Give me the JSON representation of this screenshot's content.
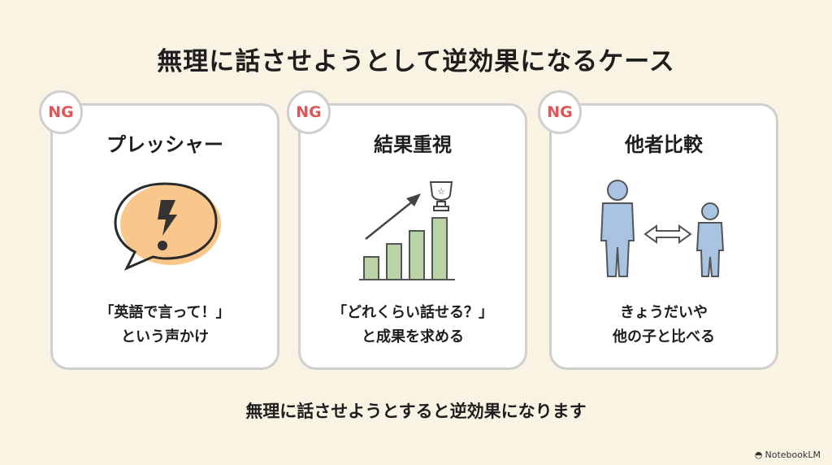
{
  "title": "無理に話させようとして逆効果になるケース",
  "cards": [
    {
      "badge": "NG",
      "title": "プレッシャー",
      "icon": "speech-bubble-alert-icon",
      "lines": [
        "「英語で言って！」",
        "という声かけ"
      ]
    },
    {
      "badge": "NG",
      "title": "結果重視",
      "icon": "bar-chart-trophy-icon",
      "lines": [
        "「どれくらい話せる？」",
        "と成果を求める"
      ]
    },
    {
      "badge": "NG",
      "title": "他者比較",
      "icon": "compare-people-icon",
      "lines": [
        "きょうだいや",
        "他の子と比べる"
      ]
    }
  ],
  "footer": "無理に話させようとすると逆効果になります",
  "brand": "NotebookLM",
  "colors": {
    "background": "#f8f3e3",
    "ng": "#e05555",
    "orange": "#f9c68c",
    "green": "#b9d3a4",
    "blue": "#a9c3e3"
  }
}
